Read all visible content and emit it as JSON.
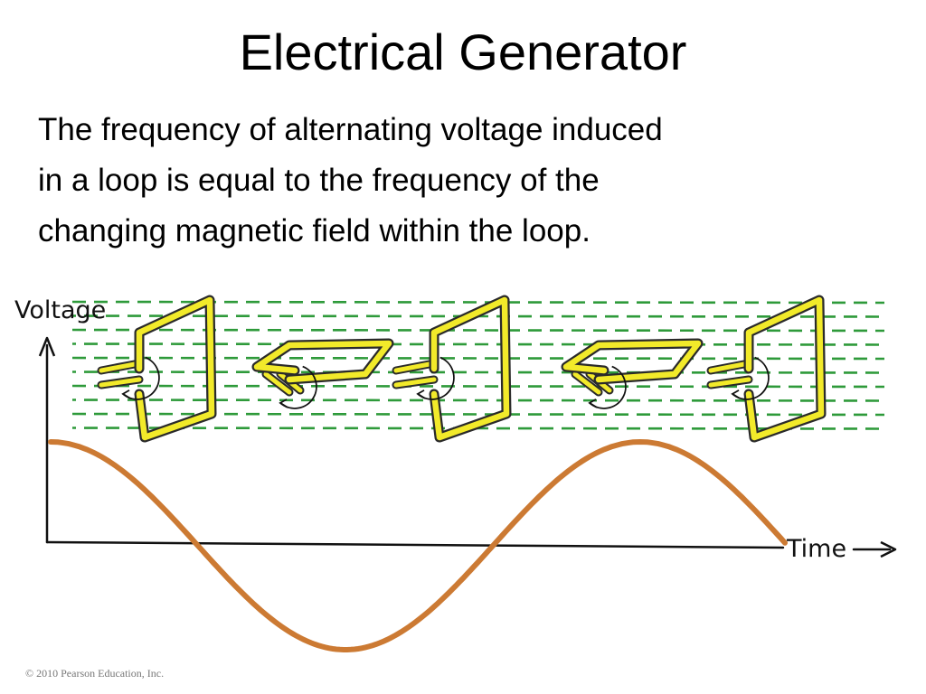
{
  "slide": {
    "title": "Electrical Generator",
    "body_lines": [
      "The frequency of alternating voltage induced",
      "in a loop is equal to the frequency of the",
      "changing magnetic field within the loop."
    ],
    "footer": "© 2010 Pearson Education, Inc."
  },
  "diagram": {
    "y_axis_label": "Voltage",
    "x_axis_label": "Time",
    "colors": {
      "field_lines": "#2e9a3a",
      "loop_fill": "#f2ea2a",
      "loop_outline": "#2a2a2a",
      "curve": "#cc7a33",
      "axis": "#111111"
    },
    "loops": [
      {
        "orientation": "face-on"
      },
      {
        "orientation": "edge-on"
      },
      {
        "orientation": "face-on"
      },
      {
        "orientation": "edge-on"
      },
      {
        "orientation": "face-on"
      }
    ]
  }
}
